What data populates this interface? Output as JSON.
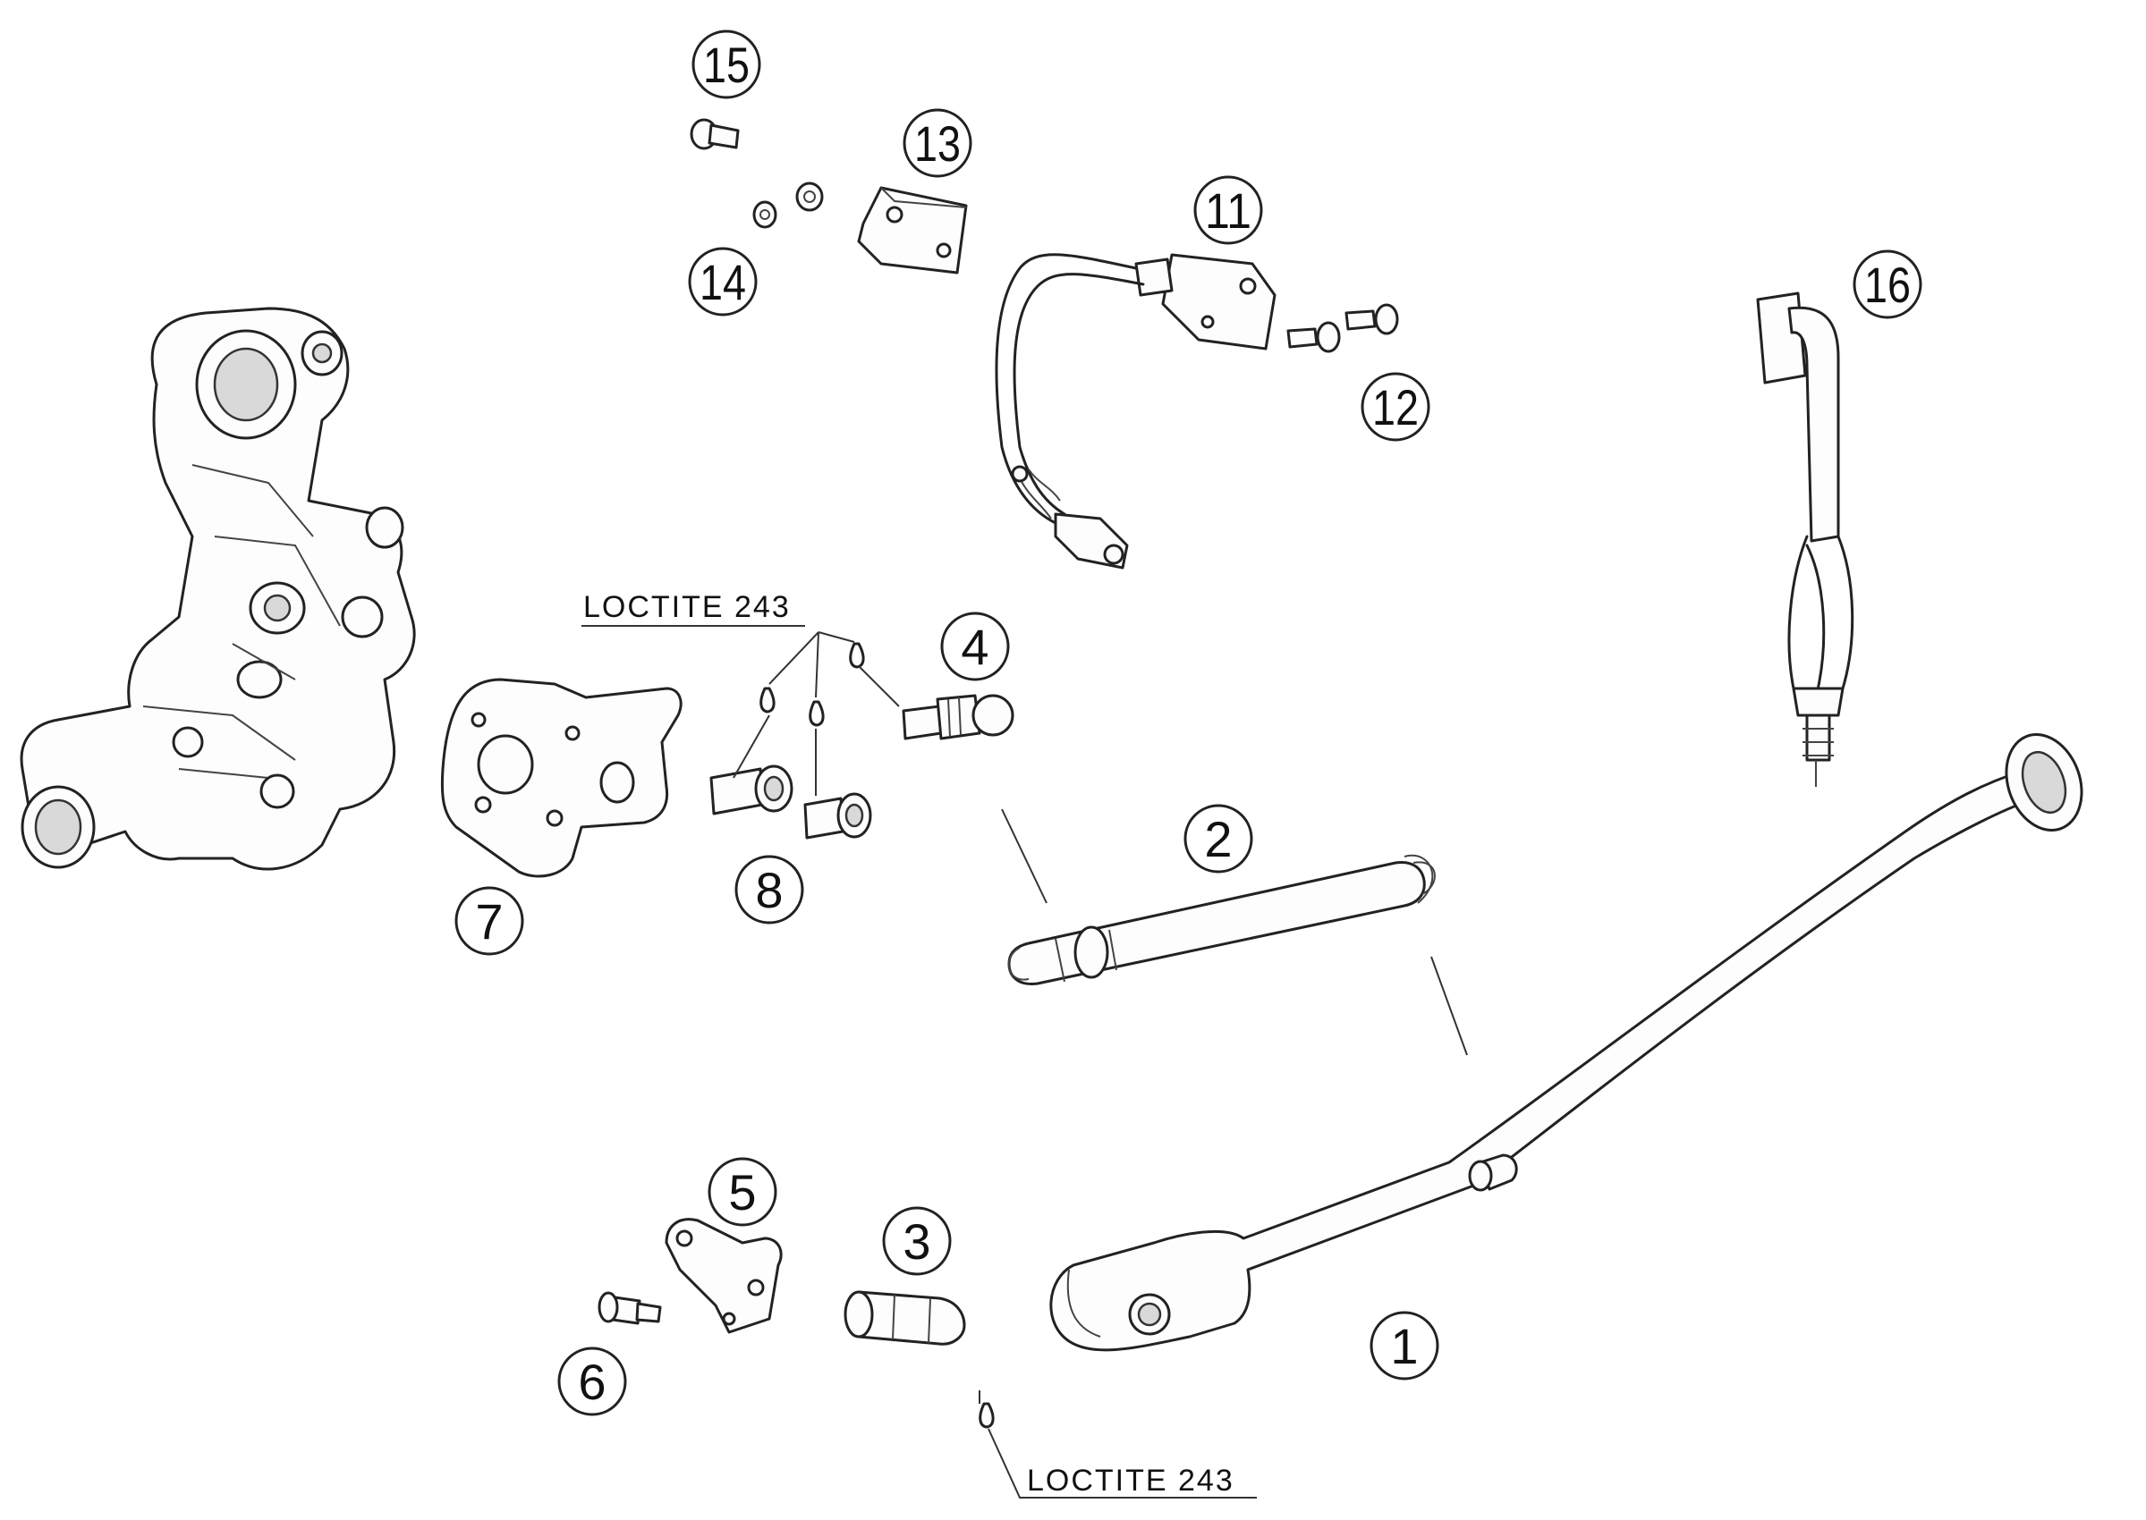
{
  "callouts": {
    "c1": "1",
    "c2": "2",
    "c3": "3",
    "c4": "4",
    "c5": "5",
    "c6": "6",
    "c7": "7",
    "c8": "8",
    "c11": "11",
    "c12": "12",
    "c13": "13",
    "c14": "14",
    "c15": "15",
    "c16": "16"
  },
  "notes": {
    "loctite_upper": "LOCTITE 243",
    "loctite_lower": "LOCTITE 243"
  }
}
